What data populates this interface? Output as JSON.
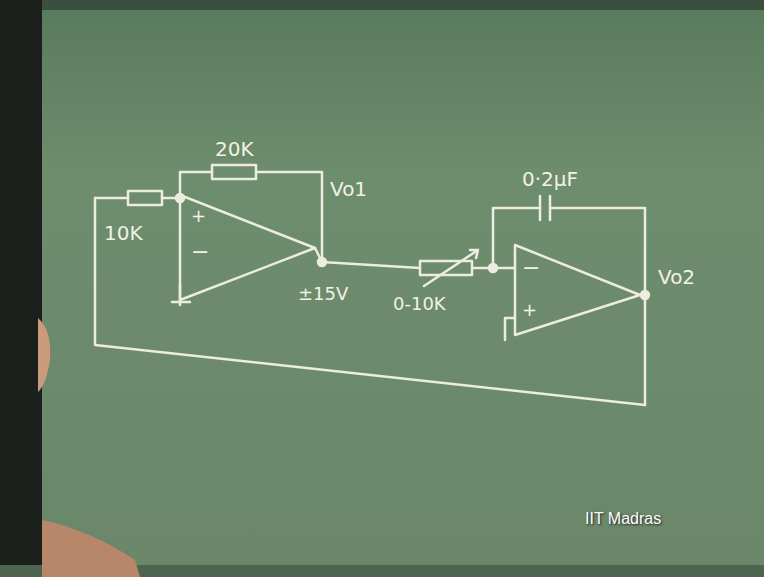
{
  "diagram": {
    "labels": [
      "20K",
      "+",
      "−",
      "10K",
      "Vo1",
      "±15V",
      "0-10K",
      "0·2μF",
      "−",
      "+",
      "Vo2",
      "IIT Madras"
    ]
  }
}
